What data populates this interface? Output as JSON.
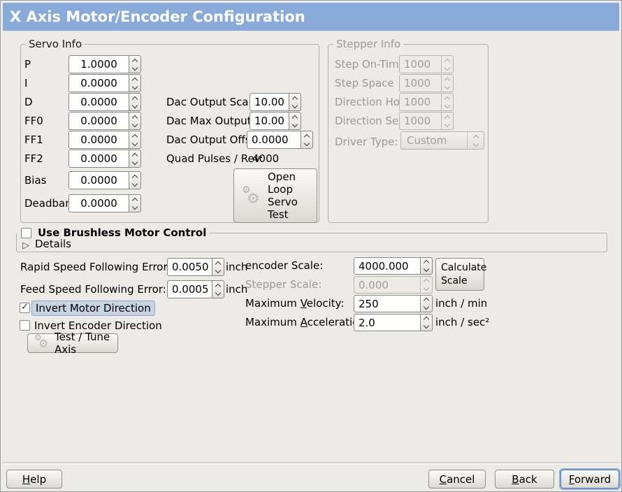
{
  "colors": {
    "titlebar": "#87AAD8",
    "bg": "#ECEBE8",
    "focusring": "#8FAED6",
    "hlbg": "#C8D3E4",
    "hlborder": "#96A8C5"
  },
  "titlebar": {
    "title": "X Axis Motor/Encoder Configuration"
  },
  "icons": {
    "gears": "⚙",
    "expander": "▷",
    "check": "✓"
  },
  "servo_info": {
    "legend": "Servo Info",
    "rows": [
      {
        "label": "P",
        "value": "1.0000"
      },
      {
        "label": "I",
        "value": "0.0000"
      },
      {
        "label": "D",
        "value": "0.0000"
      },
      {
        "label": "FF0",
        "value": "0.0000"
      },
      {
        "label": "FF1",
        "value": "0.0000"
      },
      {
        "label": "FF2",
        "value": "0.0000"
      },
      {
        "label": "Bias",
        "value": "0.0000"
      },
      {
        "label": "Deadband",
        "value": "0.0000"
      }
    ],
    "dac_rows": [
      {
        "label": "Dac Output Scale:",
        "value": "10.00"
      },
      {
        "label": "Dac Max Output:",
        "value": "10.00"
      },
      {
        "label": "Dac Output Offset:",
        "value": "0.0000"
      }
    ],
    "quad": {
      "label": "Quad Pulses / Rev:",
      "value": "4000"
    },
    "open_loop_button": "Open\nLoop\nServo\nTest"
  },
  "stepper_info": {
    "legend": "Stepper Info",
    "rows": [
      {
        "label": "Step On-Time",
        "value": "1000"
      },
      {
        "label": "Step Space",
        "value": "1000"
      },
      {
        "label": "Direction Hold",
        "value": "1000"
      },
      {
        "label": "Direction Setup",
        "value": "1000"
      }
    ],
    "driver_type": {
      "label": "Driver Type:",
      "value": "Custom"
    }
  },
  "brushless": {
    "checkbox_label": "Use Brushless Motor Control",
    "checked": false,
    "details": "Details"
  },
  "following": {
    "rapid": {
      "label": "Rapid Speed Following Error:",
      "value": "0.0050",
      "unit": "inch"
    },
    "feed": {
      "label": "Feed Speed Following Error:",
      "value": "0.0005",
      "unit": "inch"
    }
  },
  "scales": {
    "encoder": {
      "label": "encoder Scale:",
      "value": "4000.000"
    },
    "stepper": {
      "label": "Stepper Scale:",
      "value": "0.000"
    },
    "calculate_button": "Calculate\nScale",
    "velocity": {
      "label_pre": "Maximum ",
      "label_key": "V",
      "label_post": "elocity:",
      "value": "250",
      "unit": "inch / min"
    },
    "acceleration": {
      "label_pre": "Maximum ",
      "label_key": "A",
      "label_post": "cceleration:",
      "value": "2.0",
      "unit": "inch / sec²"
    }
  },
  "direction": {
    "invert_motor": {
      "label": "Invert Motor Direction",
      "checked": true
    },
    "invert_encoder": {
      "label": "Invert Encoder Direction",
      "checked": false
    },
    "test_tune_button": "Test / Tune Axis"
  },
  "footer": {
    "help": {
      "key": "H",
      "post": "elp"
    },
    "cancel": {
      "key": "C",
      "post": "ancel"
    },
    "back": {
      "key": "B",
      "post": "ack"
    },
    "forward": {
      "key": "F",
      "post": "orward"
    }
  }
}
